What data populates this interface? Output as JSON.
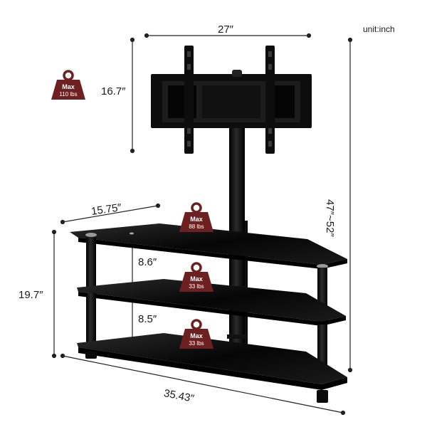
{
  "unit_label": "unit:inch",
  "dimensions": {
    "mount_width": "27″",
    "mount_height": "16.7″",
    "overall_height": "47″~52″",
    "shelf_depth": "15.75″",
    "shelf_gap_top": "8.6″",
    "shelf_gap_bottom": "8.5″",
    "base_height": "19.7″",
    "base_width": "35.43″"
  },
  "weights": {
    "mount": {
      "max_label": "Max",
      "value": "110 lbs"
    },
    "top_shelf": {
      "max_label": "Max",
      "value": "88 lbs"
    },
    "middle_shelf": {
      "max_label": "Max",
      "value": "33 lbs"
    },
    "bottom_shelf": {
      "max_label": "Max",
      "value": "33 lbs"
    }
  },
  "colors": {
    "weight_badge": "#6e1f1f",
    "product": "#0d0d0d"
  }
}
